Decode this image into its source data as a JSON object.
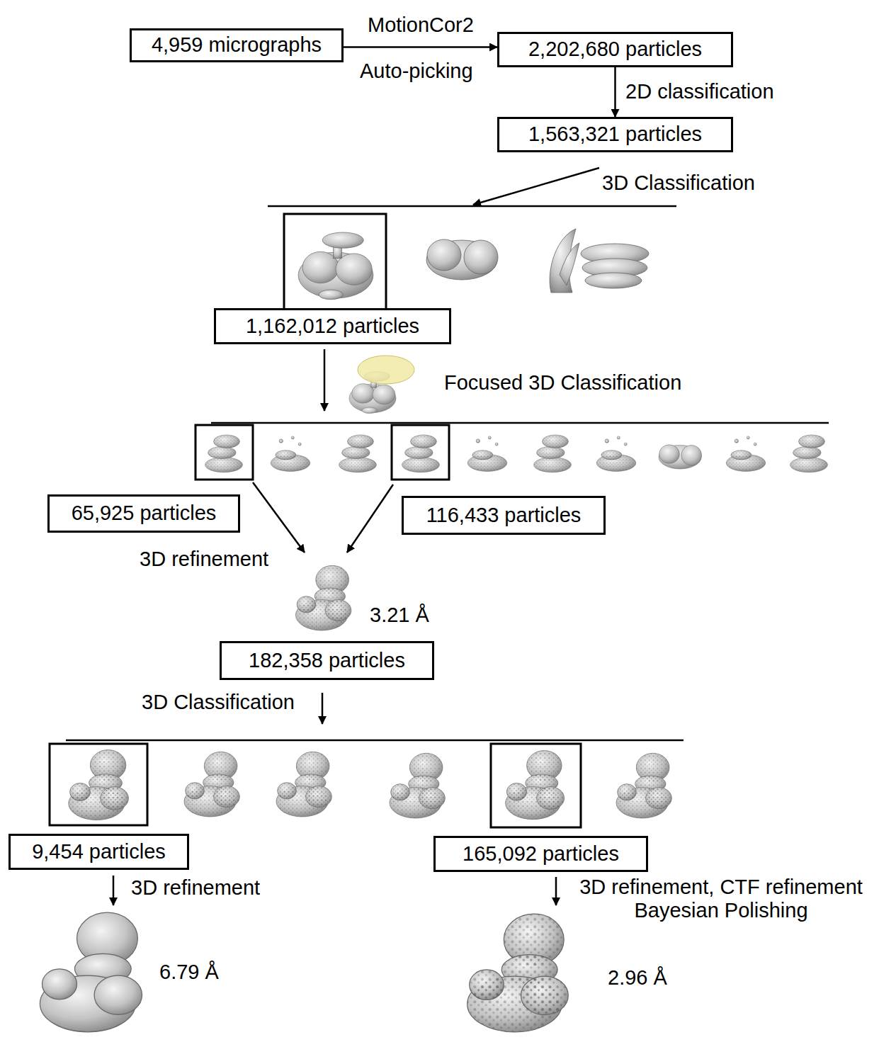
{
  "diagram": {
    "nodes": [
      {
        "text": [
          "4,959 micrographs"
        ]
      },
      {
        "text": [
          "2,202,680 particles"
        ]
      },
      {
        "text": [
          "1,563,321 particles"
        ]
      },
      {
        "text": [
          "1,162,012 particles"
        ]
      },
      {
        "text": [
          "65,925 particles"
        ]
      },
      {
        "text": [
          "116,433 particles"
        ]
      },
      {
        "text": [
          "182,358 particles"
        ]
      },
      {
        "text": [
          "9,454 particles"
        ]
      },
      {
        "text": [
          "165,092 particles"
        ]
      }
    ],
    "edges": [
      {
        "from": 0,
        "to": 1,
        "label": "MotionCor2",
        "arrow": "to"
      },
      {
        "from": 1,
        "to": 2,
        "label": "2D classification",
        "arrow": "to"
      }
    ],
    "labels": [
      "Auto-picking",
      "3D Classification",
      "Focused 3D Classification",
      "3D refinement",
      "3.21 Å",
      "3D Classification",
      "3D refinement",
      "6.79 Å",
      "3D refinement, CTF refinement Bayesian Polishing",
      "2.96 Å"
    ]
  }
}
